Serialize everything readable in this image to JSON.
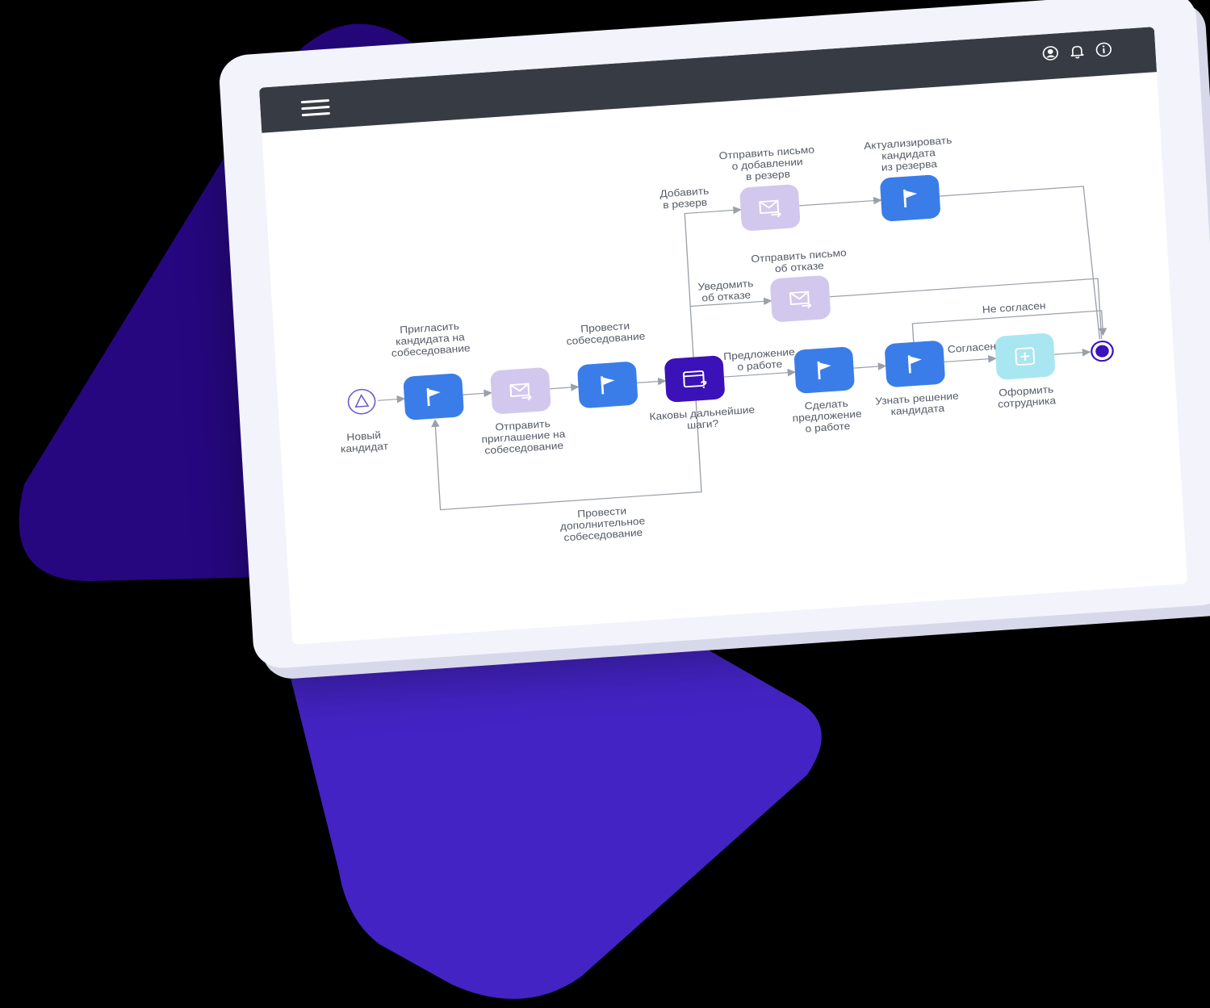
{
  "colors": {
    "background": "#000000",
    "shape_dark": "#26077f",
    "shape_bright": "#4423c4",
    "topbar": "#373c44",
    "task_blue": "#3a7de8",
    "message_lilac": "#d2c8ee",
    "gateway_violet": "#3b12b8",
    "subprocess_cyan": "#a8e6f2",
    "end_event": "#3b12b8"
  },
  "topbar": {
    "icons": [
      "menu-icon",
      "user-icon",
      "bell-icon",
      "info-icon"
    ]
  },
  "process": {
    "start": {
      "label": "Новый\nкандидат",
      "icon": "triangle-start-icon"
    },
    "steps": [
      {
        "id": "invite",
        "label": "Пригласить\nкандидата на\nсобеседование",
        "kind": "task",
        "icon": "flag-icon"
      },
      {
        "id": "send_invite",
        "label": "Отправить\nприглашение на\nсобеседование",
        "kind": "message",
        "icon": "mail-icon"
      },
      {
        "id": "interview",
        "label": "Провести\nсобеседование",
        "kind": "task",
        "icon": "flag-icon"
      },
      {
        "id": "decision",
        "label": "Каковы дальнейшие\nшаги?",
        "kind": "gateway",
        "icon": "question-window-icon"
      },
      {
        "id": "offer",
        "label": "Сделать\nпредложение\nо работе",
        "kind": "task",
        "icon": "flag-icon"
      },
      {
        "id": "learn",
        "label": "Узнать решение\nкандидата",
        "kind": "task",
        "icon": "flag-icon"
      },
      {
        "id": "hire",
        "label": "Оформить\nсотрудника",
        "kind": "subprocess",
        "icon": "plus-icon"
      },
      {
        "id": "mail_reserve",
        "label": "Отправить письмо\nо добавлении\nв резерв",
        "kind": "message",
        "icon": "mail-icon"
      },
      {
        "id": "update_reserve",
        "label": "Актуализировать\nкандидата\nиз резерва",
        "kind": "task",
        "icon": "flag-icon"
      },
      {
        "id": "mail_reject",
        "label": "Отправить письмо\nоб отказе",
        "kind": "message",
        "icon": "mail-icon"
      }
    ],
    "flows": {
      "reserve": "Добавить\nв резерв",
      "reject": "Уведомить\nоб отказе",
      "offer": "Предложение\nо работе",
      "agree": "Согласен",
      "disagree": "Не согласен",
      "extra": "Провести\nдополнительное\nсобеседование"
    },
    "end": {
      "icon": "end-event-icon"
    }
  }
}
